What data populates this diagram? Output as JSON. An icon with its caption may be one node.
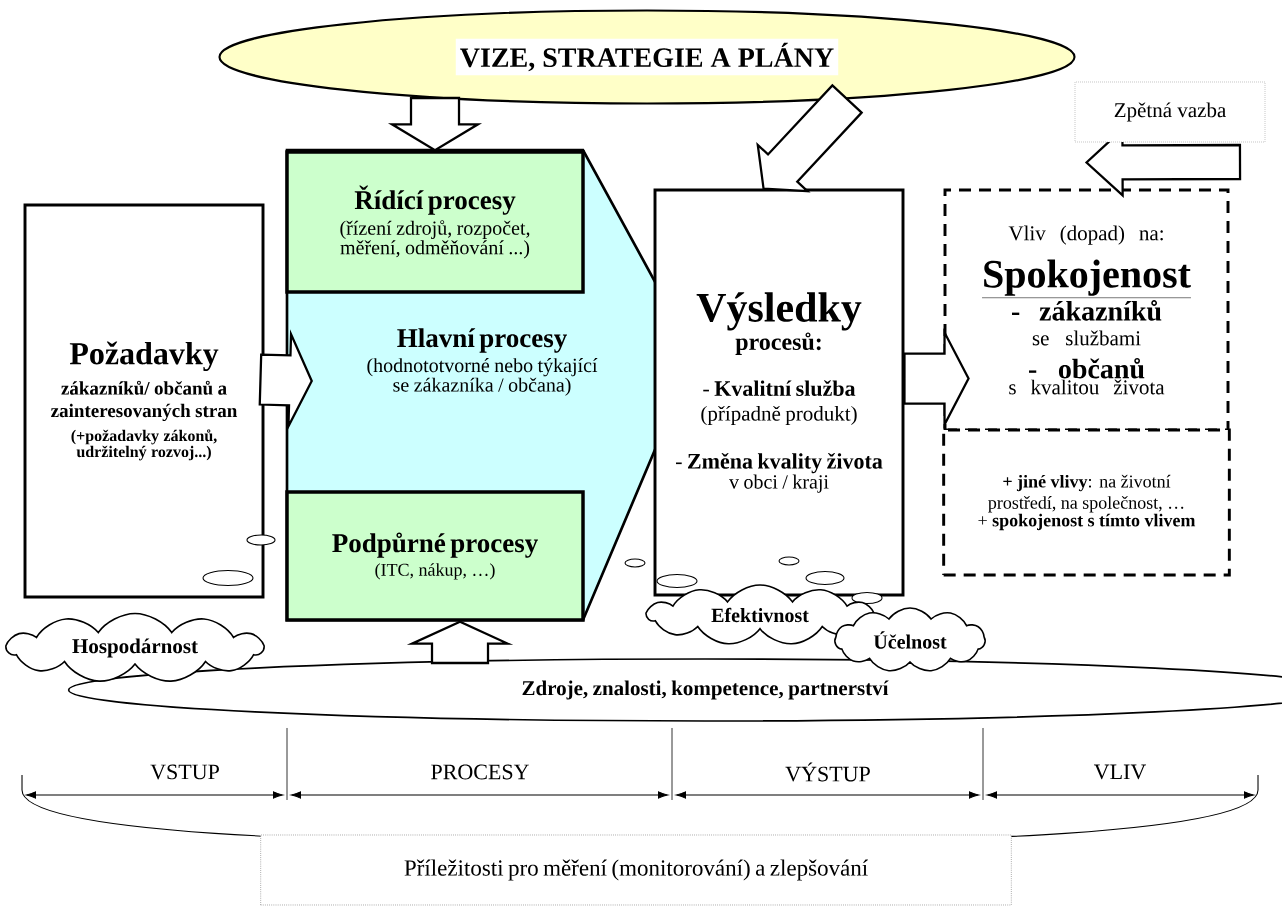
{
  "diagram": {
    "nodes": [
      {
        "text": [
          "VIZE, STRATEGIE A PLÁNY"
        ]
      },
      {
        "text": [
          "Požadavky",
          "zákazníků/ občanů a zainteresovaných stran",
          "(+požadavky zákonů, udržitelný rozvoj...)"
        ]
      },
      {
        "text": [
          "Hlavní procesy",
          "(hodnototvorné nebo týkající se zákazníka / občana)"
        ]
      },
      {
        "text": [
          "Řídící procesy",
          "(řízení zdrojů, rozpočet, měření, odměňování ...)"
        ],
        "in": 2
      },
      {
        "text": [
          "Podpůrné procesy",
          "(ITC, nákup, …)"
        ],
        "in": 2
      },
      {
        "text": [
          "Výsledky",
          "procesů:",
          "- **Kvalitní služba**",
          "(případně produkt)",
          "- **Změna kvality života**",
          "v obci / kraji"
        ]
      },
      {
        "text": [
          "Vliv (dopad) na:",
          "Spokojenost",
          "- zákazníků",
          "se službami",
          "- občanů",
          "s kvalitou života"
        ]
      },
      {
        "text": [
          "**+ jiné vlivy**: na životní prostředí, na společnost, …",
          "+ **spokojenost s tímto vlivem**"
        ]
      },
      {
        "text": [
          "Efektivnost"
        ]
      },
      {
        "text": [
          "Účelnost"
        ]
      },
      {
        "text": [
          "Hospodárnost"
        ]
      },
      {
        "text": [
          "Zdroje, znalosti, kompetence, partnerství"
        ]
      },
      {
        "text": [
          "Příležitosti pro měření (monitorování) a zlepšování"
        ]
      }
    ],
    "edges": [
      {
        "from": 0,
        "to": 3,
        "arrow": "to"
      },
      {
        "from": 0,
        "to": 5,
        "arrow": "to"
      },
      {
        "from": 1,
        "to": 2,
        "arrow": "to"
      },
      {
        "from": 11,
        "to": 4,
        "arrow": "to"
      },
      {
        "from": 5,
        "to": 6,
        "arrow": "to"
      },
      {
        "from": null,
        "to": 6,
        "arrow": "to",
        "label": "Zpětná vazba"
      }
    ],
    "labels": [
      "VSTUP",
      "PROCESY",
      "VÝSTUP",
      "VLIV"
    ]
  }
}
